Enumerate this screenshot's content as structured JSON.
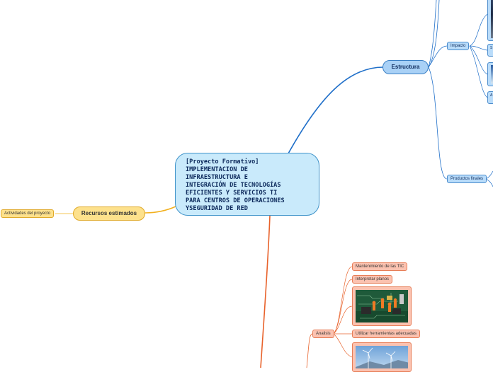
{
  "central": {
    "lines": [
      "[Proyecto Formativo]",
      "IMPLEMENTACION DE",
      "INFRAESTRUCTURA E",
      "INTEGRACIÓN DE TECNOLOGÍAS",
      "EFICIENTES Y SERVICIOS TI",
      "PARA CENTROS DE OPERACIONES",
      "YSEGURIDAD DE RED"
    ]
  },
  "estructura": {
    "label": "Estructura",
    "impacto": {
      "label": "Impacto",
      "child_s": "S",
      "child_a": "A"
    },
    "productos": {
      "label": "Productos finales"
    }
  },
  "recursos": {
    "label": "Recursos estimados",
    "actividades": "Actividades del proyecto"
  },
  "analisis": {
    "label": "Analisis",
    "children": [
      "Mantenimiento de las TIC",
      "Interpretar planos",
      "Utilizar herramientas adecuadas"
    ]
  },
  "colors": {
    "blue_branch": "#1f6fc9",
    "yellow_branch": "#f2b01e",
    "red_branch": "#e8622b"
  }
}
